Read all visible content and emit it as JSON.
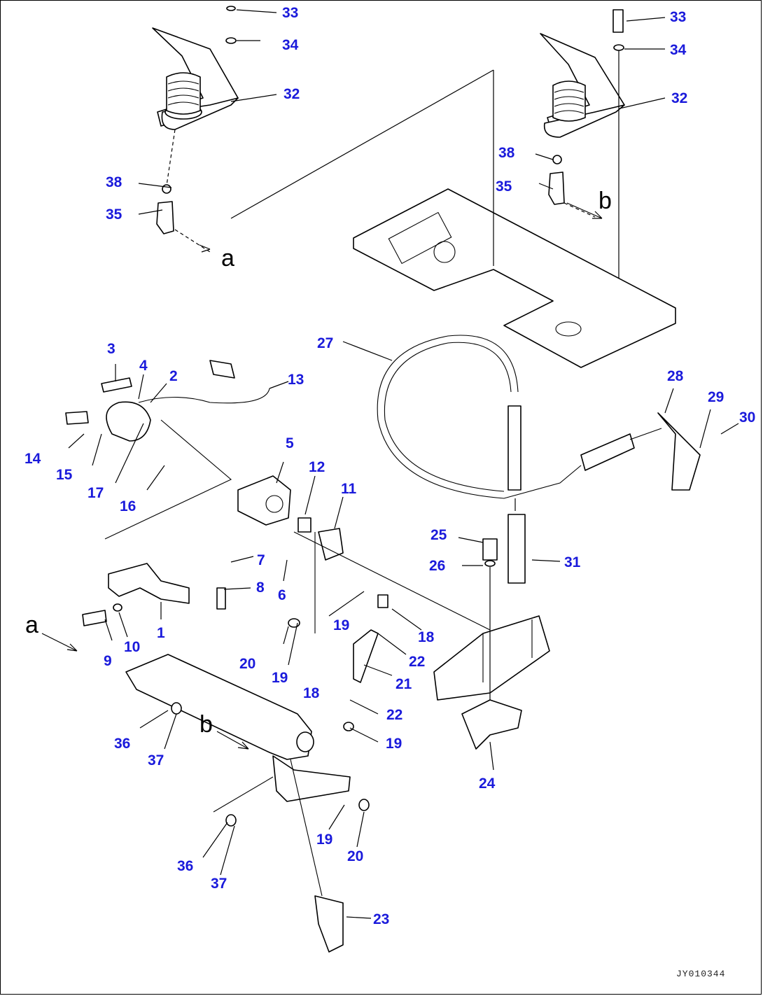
{
  "diagram": {
    "drawing_id": "JY010344",
    "arrow_labels": [
      "a",
      "b",
      "a",
      "b"
    ],
    "part_numbers": [
      "33",
      "34",
      "32",
      "38",
      "35",
      "33",
      "34",
      "32",
      "38",
      "35",
      "27",
      "3",
      "4",
      "2",
      "13",
      "14",
      "15",
      "17",
      "16",
      "5",
      "12",
      "11",
      "7",
      "8",
      "6",
      "1",
      "9",
      "10",
      "19",
      "18",
      "20",
      "19",
      "22",
      "21",
      "18",
      "22",
      "19",
      "36",
      "37",
      "19",
      "20",
      "36",
      "37",
      "23",
      "28",
      "29",
      "30",
      "25",
      "26",
      "31",
      "24"
    ]
  }
}
